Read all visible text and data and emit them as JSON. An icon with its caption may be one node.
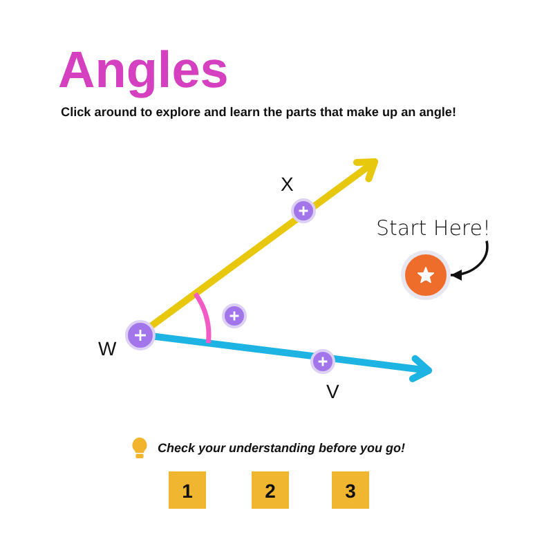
{
  "diagram": {
    "title": "Angles",
    "nodes": [
      {
        "text": [
          "Start Here!"
        ]
      },
      {
        "text": [],
        "shape": "circle"
      },
      {
        "text": [
          "1"
        ]
      },
      {
        "text": [
          "2"
        ]
      },
      {
        "text": [
          "3"
        ]
      }
    ],
    "edges": [
      {
        "from": 0,
        "to": 1,
        "arrow": "to"
      }
    ],
    "labels": [
      "Click around to explore and learn the parts that make up an angle!",
      "X",
      "W",
      "V",
      "Check your understanding before you go!"
    ]
  }
}
